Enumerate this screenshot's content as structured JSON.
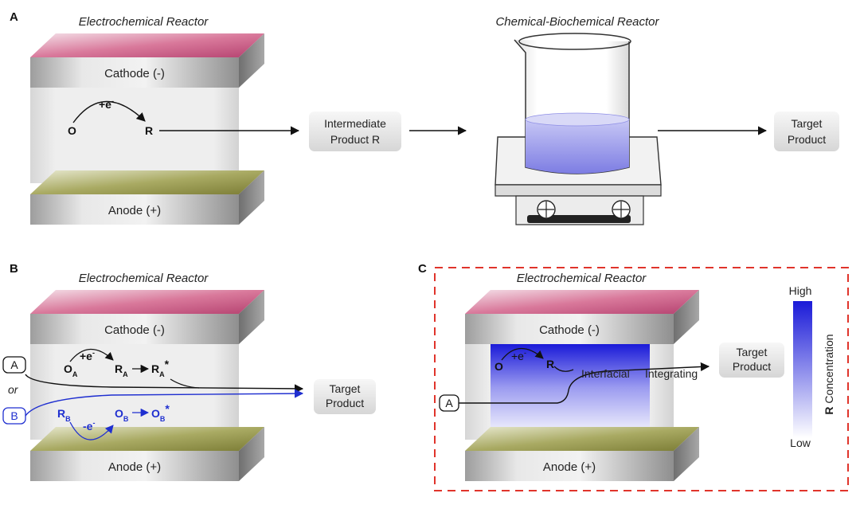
{
  "panels": {
    "a": {
      "letter": "A",
      "electro_title": "Electrochemical Reactor",
      "chem_title": "Chemical-Biochemical Reactor",
      "cathode": "Cathode (-)",
      "anode": "Anode (+)",
      "oxidized": "O",
      "reduced": "R",
      "electron": "+e",
      "electron_sup": "-",
      "intermediate_line1": "Intermediate",
      "intermediate_line2": "Product R",
      "target_line1": "Target",
      "target_line2": "Product"
    },
    "b": {
      "letter": "B",
      "electro_title": "Electrochemical Reactor",
      "cathode": "Cathode (-)",
      "anode": "Anode (+)",
      "input_a": "A",
      "input_b": "B",
      "or_text": "or",
      "o_a": "O",
      "r_a": "R",
      "r_a_star": "R",
      "sub_a": "A",
      "star": "*",
      "r_b": "R",
      "o_b": "O",
      "o_b_star": "O",
      "sub_b": "B",
      "electron_plus": "+e",
      "electron_minus": "-e",
      "electron_sup": "-",
      "target_line1": "Target",
      "target_line2": "Product"
    },
    "c": {
      "letter": "C",
      "electro_title": "Electrochemical Reactor",
      "cathode": "Cathode (-)",
      "anode": "Anode (+)",
      "oxidized": "O",
      "reduced": "R",
      "electron": "+e",
      "electron_sup": "-",
      "input_a": "A",
      "interfacial": "Interfacial",
      "integrating": "Integrating",
      "target_line1": "Target",
      "target_line2": "Product",
      "scale_high": "High",
      "scale_low": "Low",
      "scale_label_bold": "R",
      "scale_label_rest": " Concentration"
    }
  },
  "colors": {
    "cathode_top": "#c9557f",
    "anode_top": "#8e8f3f",
    "arrow_black": "#111111",
    "arrow_blue": "#1f2fd0",
    "dashed_border": "#e0342b",
    "gradient_high": "#1a1ad8"
  }
}
